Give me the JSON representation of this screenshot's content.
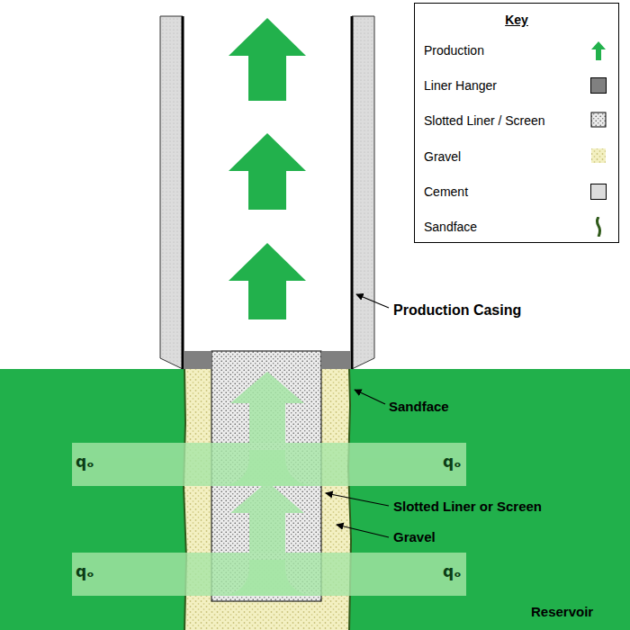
{
  "diagram": {
    "nodes": [
      {
        "text": [
          "Key"
        ]
      }
    ],
    "labels": [
      "Production Casing",
      "Sandface",
      "qₒ",
      "qₒ",
      "qₒ",
      "qₒ",
      "Slotted Liner or Screen",
      "Gravel",
      "Reservoir"
    ],
    "legend": [
      {
        "text": "Production"
      },
      {
        "text": "Liner Hanger",
        "color": "#808080"
      },
      {
        "text": "Slotted Liner / Screen"
      },
      {
        "text": "Gravel"
      },
      {
        "text": "Cement",
        "color": "#dcdcdc"
      },
      {
        "text": "Sandface"
      }
    ]
  }
}
